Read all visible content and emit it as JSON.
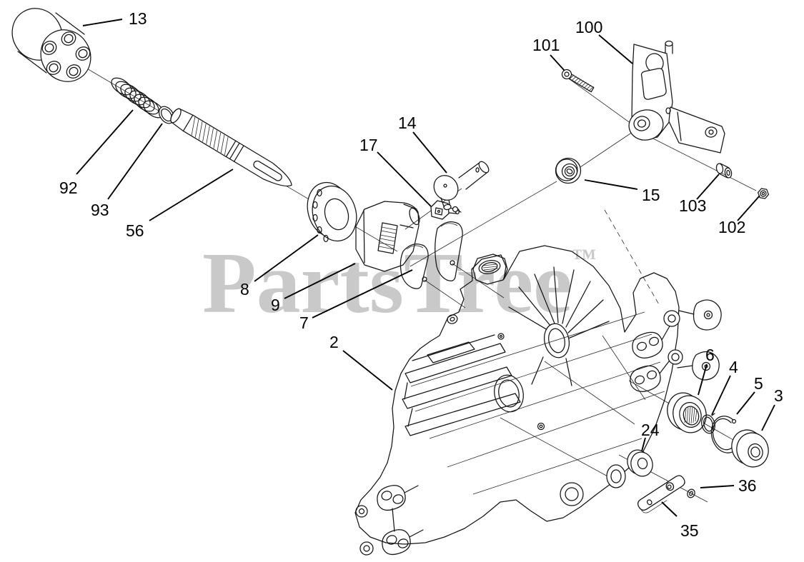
{
  "colors": {
    "background": "#ffffff",
    "line": "#111111",
    "watermark": "#c9c9c9"
  },
  "watermark": {
    "text": "PartsTree",
    "tm": "™"
  },
  "callouts": [
    {
      "label": "13"
    },
    {
      "label": "92"
    },
    {
      "label": "93"
    },
    {
      "label": "56"
    },
    {
      "label": "8"
    },
    {
      "label": "9"
    },
    {
      "label": "7"
    },
    {
      "label": "2"
    },
    {
      "label": "17"
    },
    {
      "label": "14"
    },
    {
      "label": "100"
    },
    {
      "label": "101"
    },
    {
      "label": "15"
    },
    {
      "label": "103"
    },
    {
      "label": "102"
    },
    {
      "label": "6"
    },
    {
      "label": "4"
    },
    {
      "label": "5"
    },
    {
      "label": "3"
    },
    {
      "label": "24"
    },
    {
      "label": "36"
    },
    {
      "label": "35"
    }
  ]
}
